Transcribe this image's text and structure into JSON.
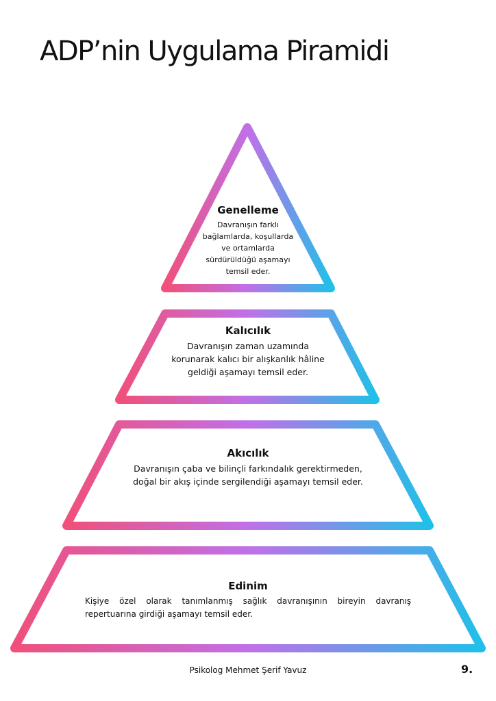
{
  "title": "ADP’nin Uygulama Piramidi",
  "colors": {
    "start": "#f0507a",
    "mid": "#c070e8",
    "end": "#20c0e8"
  },
  "levels": [
    {
      "heading": "Genelleme",
      "lines": [
        "Davranışın farklı",
        "bağlamlarda, koşullarda",
        "ve ortamlarda",
        "sürdürüldüğü aşamayı",
        "temsil eder."
      ]
    },
    {
      "heading": "Kalıcılık",
      "lines": [
        "Davranışın zaman uzamında",
        "korunarak kalıcı bir alışkanlık hâline",
        "geldiği aşamayı temsil eder."
      ]
    },
    {
      "heading": "Akıcılık",
      "lines": [
        "Davranışın çaba ve bilinçli farkındalık gerektirmeden,",
        "doğal bir akış içinde sergilendiği aşamayı temsil eder."
      ]
    },
    {
      "heading": "Edinim",
      "lines": [
        "Kişiye özel olarak tanımlanmış sağlık davranışının bireyin davranış",
        "repertuarına girdiği aşamayı temsil eder."
      ]
    }
  ],
  "footer": {
    "author": "Psikolog Mehmet Şerif Yavuz",
    "page": "9."
  }
}
